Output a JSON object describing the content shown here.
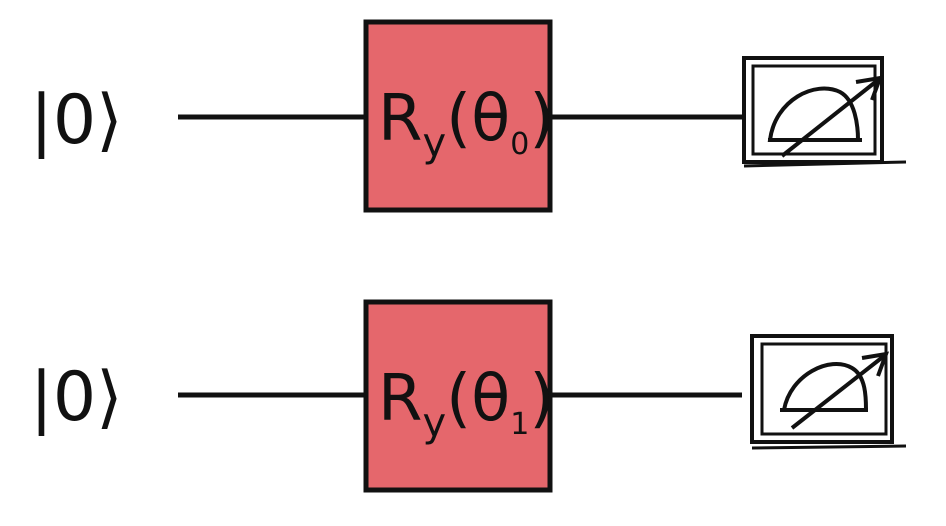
{
  "colors": {
    "ink": "#111111",
    "gate_fill": "#e5676c",
    "background": "#ffffff"
  },
  "circuit": {
    "qubits": [
      {
        "input_state": "|0⟩",
        "gate": {
          "name": "R",
          "subscript": "y",
          "param": "θ",
          "param_index": "0"
        },
        "measurement_icon": "meter-icon"
      },
      {
        "input_state": "|0⟩",
        "gate": {
          "name": "R",
          "subscript": "y",
          "param": "θ",
          "param_index": "1"
        },
        "measurement_icon": "meter-icon"
      }
    ]
  }
}
